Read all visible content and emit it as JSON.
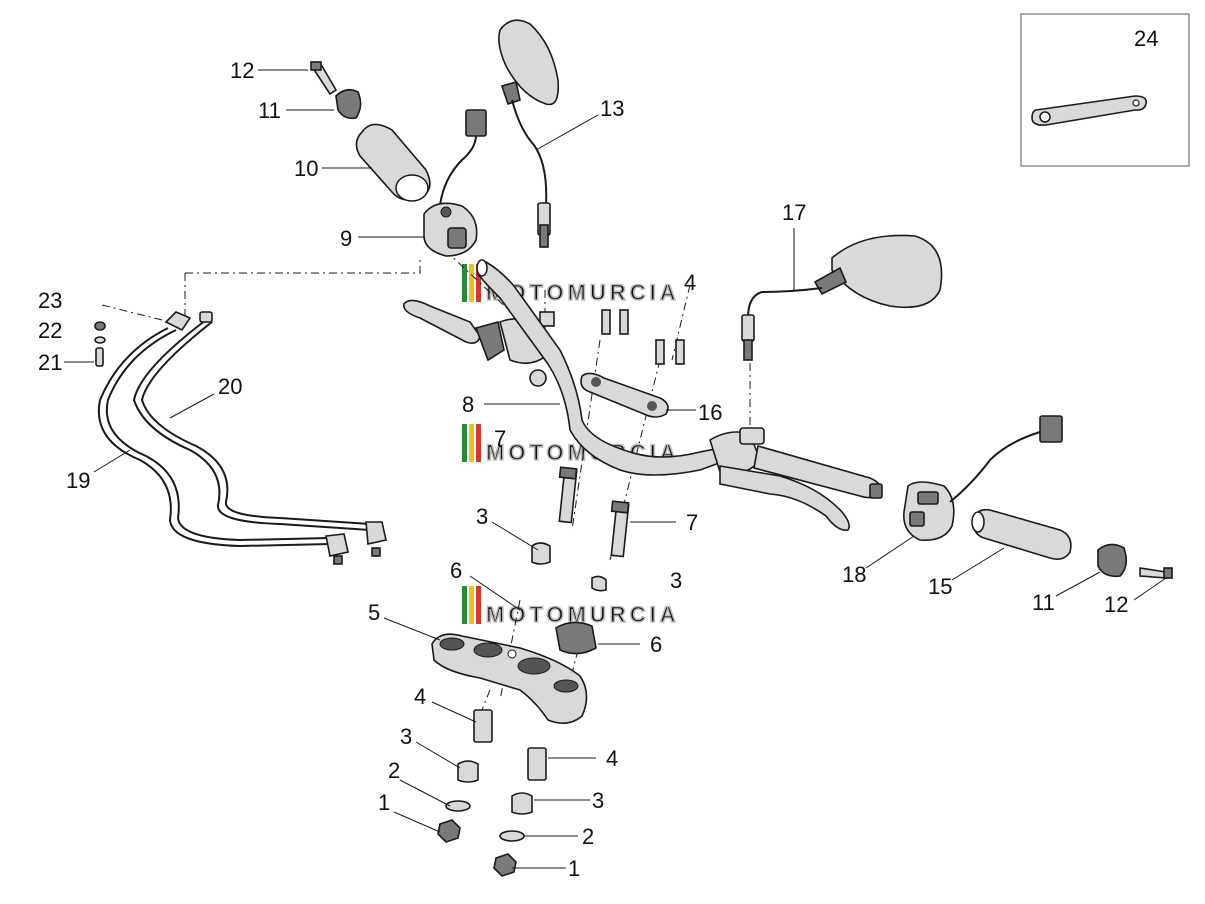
{
  "watermark": {
    "text": "MOTOMURCIA",
    "stripe_colors": [
      "#2a8a3a",
      "#e8c21a",
      "#d23a2a"
    ]
  },
  "inset": {
    "label": "24"
  },
  "labels": [
    {
      "id": "l12a",
      "text": "12"
    },
    {
      "id": "l11a",
      "text": "11"
    },
    {
      "id": "l10",
      "text": "10"
    },
    {
      "id": "l9",
      "text": "9"
    },
    {
      "id": "l13",
      "text": "13"
    },
    {
      "id": "l17",
      "text": "17"
    },
    {
      "id": "l23",
      "text": "23"
    },
    {
      "id": "l22",
      "text": "22"
    },
    {
      "id": "l21",
      "text": "21"
    },
    {
      "id": "l20",
      "text": "20"
    },
    {
      "id": "l19",
      "text": "19"
    },
    {
      "id": "l8",
      "text": "8"
    },
    {
      "id": "l16",
      "text": "16"
    },
    {
      "id": "l7a",
      "text": "7"
    },
    {
      "id": "l7b",
      "text": "7"
    },
    {
      "id": "l3a",
      "text": "3"
    },
    {
      "id": "l3b",
      "text": "3"
    },
    {
      "id": "l6a",
      "text": "6"
    },
    {
      "id": "l6b",
      "text": "6"
    },
    {
      "id": "l5",
      "text": "5"
    },
    {
      "id": "l4a",
      "text": "4"
    },
    {
      "id": "l4b",
      "text": "4"
    },
    {
      "id": "l3c",
      "text": "3"
    },
    {
      "id": "l3d",
      "text": "3"
    },
    {
      "id": "l2a",
      "text": "2"
    },
    {
      "id": "l2b",
      "text": "2"
    },
    {
      "id": "l1a",
      "text": "1"
    },
    {
      "id": "l1b",
      "text": "1"
    },
    {
      "id": "l18",
      "text": "18"
    },
    {
      "id": "l15",
      "text": "15"
    },
    {
      "id": "l11b",
      "text": "11"
    },
    {
      "id": "l12b",
      "text": "12"
    },
    {
      "id": "l4c",
      "text": "4"
    }
  ]
}
